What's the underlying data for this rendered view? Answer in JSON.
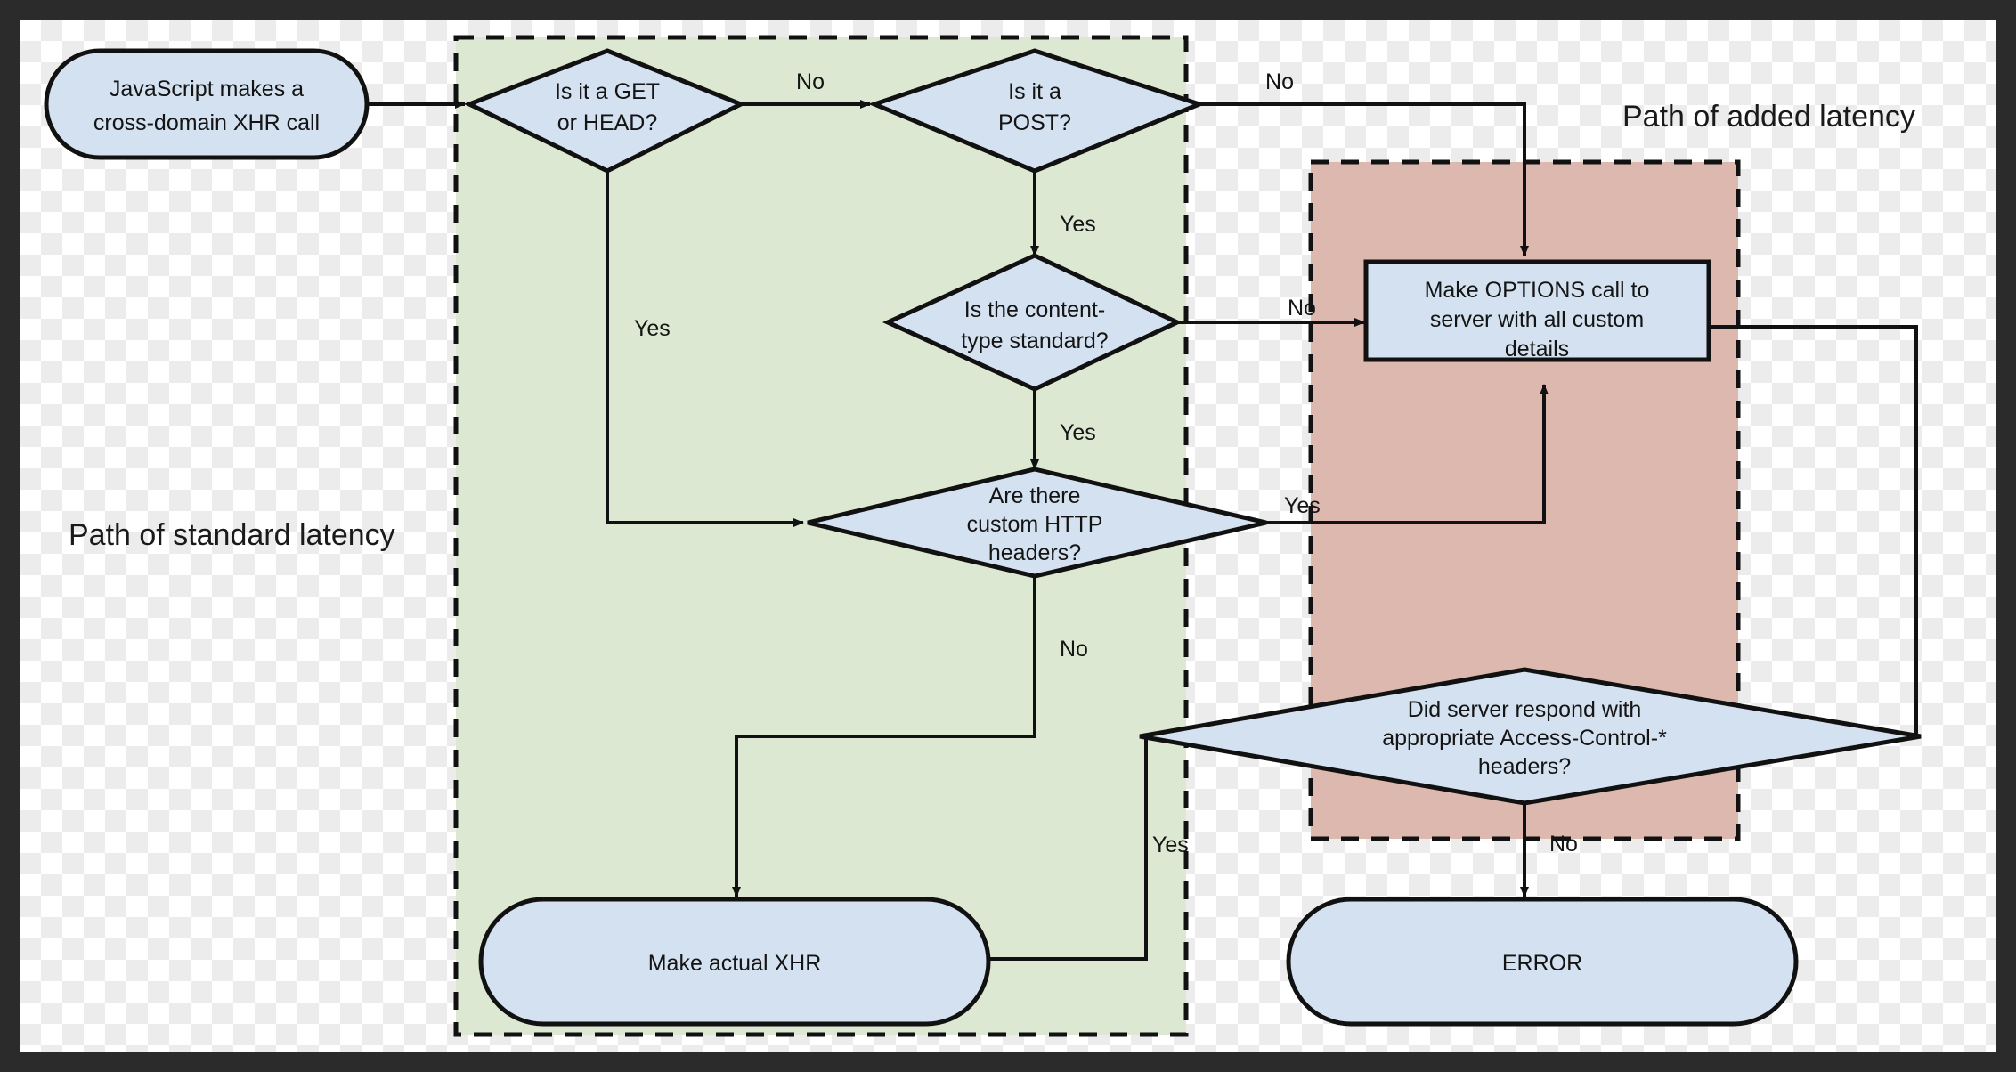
{
  "diagram": {
    "title": "CORS cross-domain XHR preflight decision flow",
    "colors": {
      "node_fill": "#d4e1f0",
      "node_stroke": "#111111",
      "standard_group_fill": "#dde8d2",
      "added_group_fill": "#dcb8af",
      "group_stroke": "#111111",
      "edge_stroke": "#111111",
      "text": "#141414",
      "frame": "#2b2b2b"
    },
    "groups": [
      {
        "id": "standard-latency",
        "label": "Path of standard latency",
        "fill": "#dde8d2"
      },
      {
        "id": "added-latency",
        "label": "Path of added latency",
        "fill": "#dcb8af"
      }
    ],
    "nodes": [
      {
        "id": "start",
        "shape": "terminator",
        "label": "JavaScript makes a\ncross-domain XHR call"
      },
      {
        "id": "get-head",
        "shape": "decision",
        "label": "Is it a GET\nor HEAD?"
      },
      {
        "id": "post",
        "shape": "decision",
        "label": "Is it a\nPOST?"
      },
      {
        "id": "content-type",
        "shape": "decision",
        "label": "Is the content-\ntype standard?"
      },
      {
        "id": "custom-headers",
        "shape": "decision",
        "label": "Are there\ncustom HTTP\nheaders?"
      },
      {
        "id": "options-call",
        "shape": "process",
        "label": "Make OPTIONS call to\nserver with all custom\ndetails"
      },
      {
        "id": "server-respond",
        "shape": "decision",
        "label": "Did server respond with\nappropriate Access-Control-*\nheaders?"
      },
      {
        "id": "make-xhr",
        "shape": "terminator",
        "label": "Make actual XHR"
      },
      {
        "id": "error",
        "shape": "terminator",
        "label": "ERROR"
      }
    ],
    "edge_labels": {
      "get_head_no": "No",
      "get_head_yes": "Yes",
      "post_no": "No",
      "post_yes": "Yes",
      "content_type_no": "No",
      "content_type_yes": "Yes",
      "custom_headers_yes": "Yes",
      "custom_headers_no": "No",
      "server_respond_yes": "Yes",
      "server_respond_no": "No"
    },
    "node_labels": {
      "start_line1": "JavaScript makes a",
      "start_line2": "cross-domain XHR call",
      "get_head_line1": "Is it a GET",
      "get_head_line2": "or HEAD?",
      "post_line1": "Is it a",
      "post_line2": "POST?",
      "content_type_line1": "Is the content-",
      "content_type_line2": "type standard?",
      "custom_headers_line1": "Are there",
      "custom_headers_line2": "custom HTTP",
      "custom_headers_line3": "headers?",
      "options_line1": "Make OPTIONS call to",
      "options_line2": "server with all custom",
      "options_line3": "details",
      "server_respond_line1": "Did server respond with",
      "server_respond_line2": "appropriate Access-Control-*",
      "server_respond_line3": "headers?",
      "make_xhr": "Make actual XHR",
      "error": "ERROR"
    }
  }
}
